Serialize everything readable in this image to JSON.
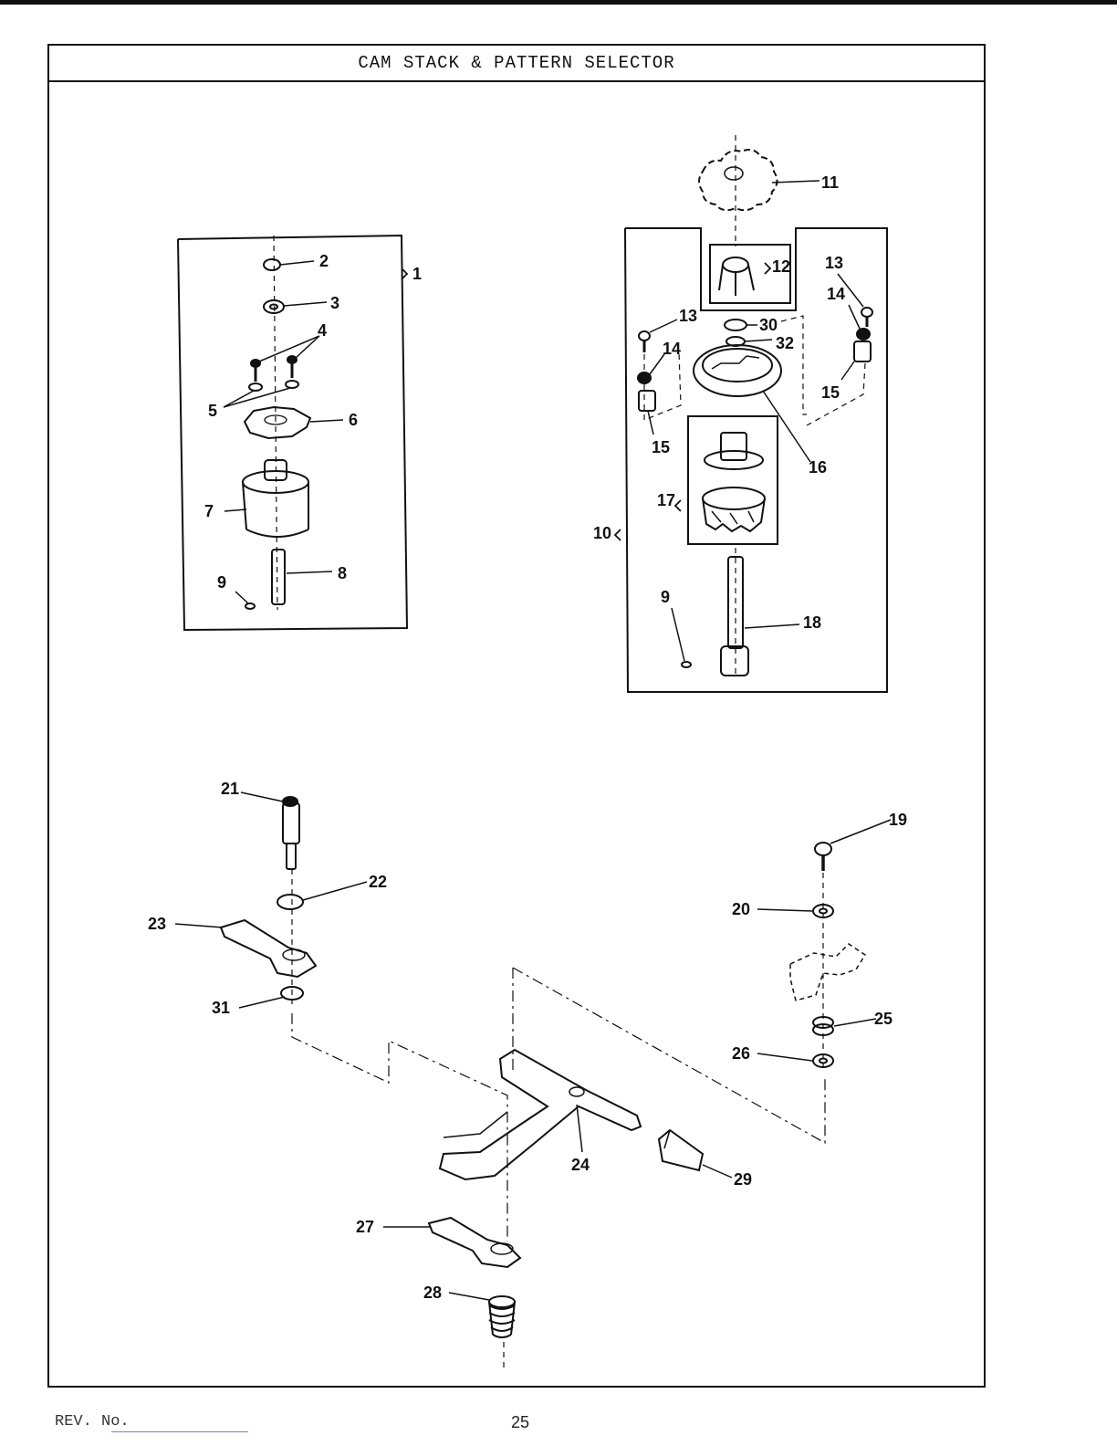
{
  "title": "CAM STACK & PATTERN SELECTOR",
  "footer": {
    "rev_label": "REV. No.",
    "page_number": "25"
  },
  "callouts": {
    "c1": "1",
    "c2": "2",
    "c3": "3",
    "c4": "4",
    "c5": "5",
    "c6": "6",
    "c7": "7",
    "c8": "8",
    "c9a": "9",
    "c9b": "9",
    "c10": "10",
    "c11": "11",
    "c12": "12",
    "c13a": "13",
    "c13b": "13",
    "c14a": "14",
    "c14b": "14",
    "c15a": "15",
    "c15b": "15",
    "c16": "16",
    "c17": "17",
    "c18": "18",
    "c19": "19",
    "c20": "20",
    "c21": "21",
    "c22": "22",
    "c23": "23",
    "c24": "24",
    "c25": "25",
    "c26": "26",
    "c27": "27",
    "c28": "28",
    "c29": "29",
    "c30": "30",
    "c31": "31",
    "c32": "32"
  }
}
